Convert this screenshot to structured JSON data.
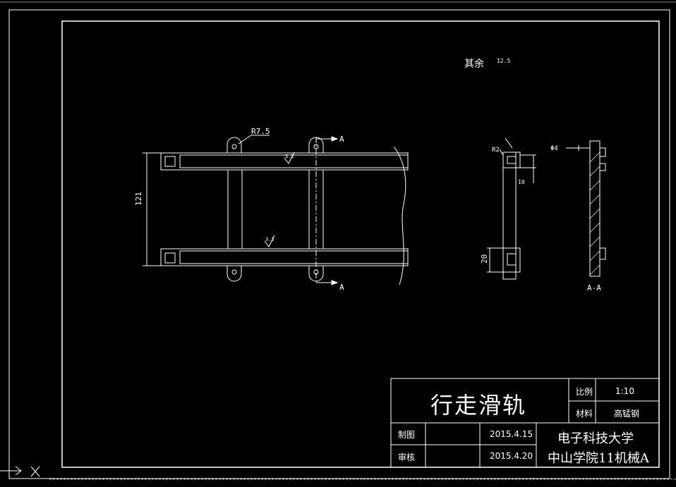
{
  "drawing": {
    "surface_note": "其余",
    "surface_note_symbol": "12.5",
    "dim_radius": "R7.5",
    "dim_height": "121",
    "dim_small_height": "20",
    "dim_r2": "R2",
    "dim_phi": "Φ4",
    "dim_10": "10",
    "section_mark": "A",
    "section_label": "A-A",
    "roughness": "3.2"
  },
  "title_block": {
    "part_name": "行走滑轨",
    "scale_label": "比例",
    "scale_value": "1:10",
    "material_label": "材料",
    "material_value": "高锰钢",
    "drawn_label": "制图",
    "drawn_date": "2015.4.15",
    "checked_label": "审核",
    "checked_date": "2015.4.20",
    "school_line1": "电子科技大学",
    "school_line2": "中山学院11机械A"
  },
  "colors": {
    "background": "#000000",
    "lines": "#ffffff"
  }
}
